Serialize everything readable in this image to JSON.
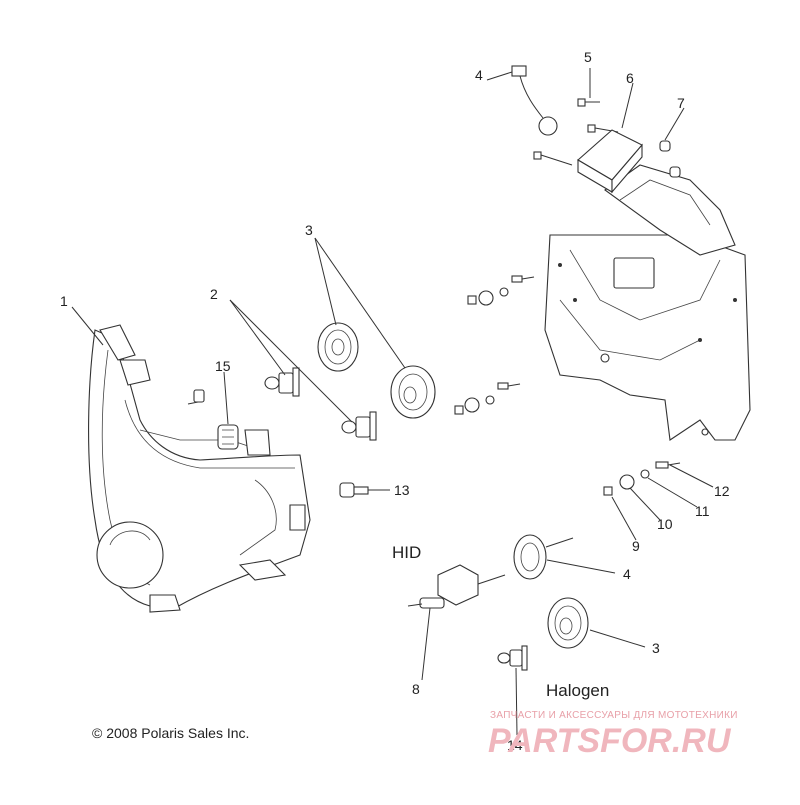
{
  "diagram": {
    "callouts": [
      "1",
      "2",
      "3",
      "4",
      "5",
      "6",
      "7",
      "8",
      "9",
      "10",
      "11",
      "12",
      "13",
      "14",
      "15"
    ],
    "section_labels": {
      "hid": "HID",
      "halogen": "Halogen"
    },
    "copyright": "© 2008 Polaris Sales Inc.",
    "watermark": {
      "tagline": "ЗАПЧАСТИ И АКСЕССУАРЫ ДЛЯ МОТОТЕХНИКИ",
      "logo_text": "PARTSFOR.RU"
    }
  }
}
